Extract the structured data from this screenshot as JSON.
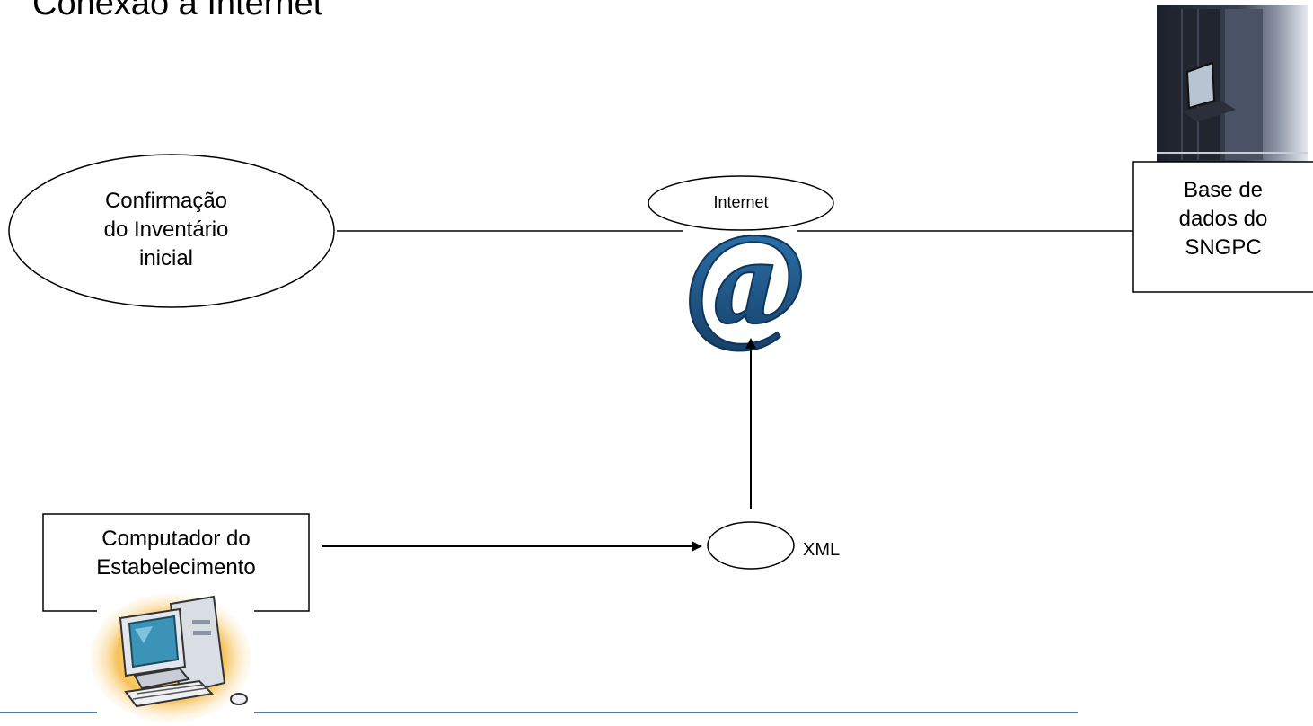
{
  "title": "Conexão à Internet",
  "nodes": {
    "confirmation": {
      "lines": [
        "Confirmação",
        "do Inventário",
        "inicial"
      ]
    },
    "internet": {
      "label": "Internet"
    },
    "database": {
      "lines": [
        "Base de",
        "dados do",
        "SNGPC"
      ]
    },
    "computer": {
      "lines": [
        "Computador do",
        "Estabelecimento"
      ]
    },
    "xml": {
      "label": "XML"
    }
  },
  "colors": {
    "at_symbol": "#1f5a8c",
    "footer_line": "#4a7ab5",
    "server": "#2c3340"
  },
  "icons": [
    "at-sign-icon",
    "server-rack-image",
    "desktop-computer-icon"
  ]
}
